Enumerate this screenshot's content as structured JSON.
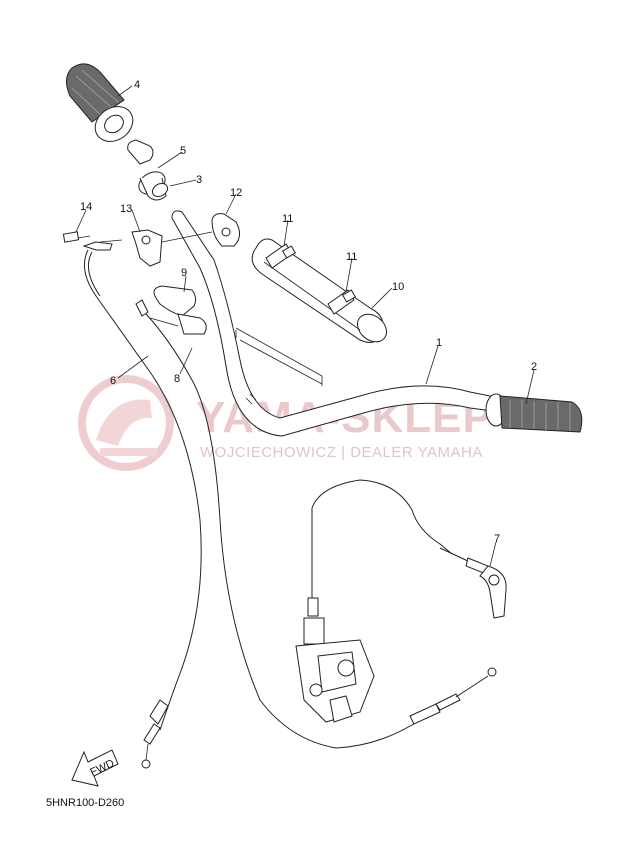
{
  "watermark": {
    "title": "YAMA-SKLEP",
    "subtitle": "WOJCIECHOWICZ | DEALER YAMAHA"
  },
  "diagram_code": "5HNR100-D260",
  "fwd_label": "FWD",
  "callouts": [
    "1",
    "2",
    "3",
    "4",
    "5",
    "6",
    "7",
    "8",
    "9",
    "10",
    "11",
    "11",
    "12",
    "13",
    "14"
  ],
  "colors": {
    "watermark": "#e9c9cb",
    "line": "#222222"
  }
}
